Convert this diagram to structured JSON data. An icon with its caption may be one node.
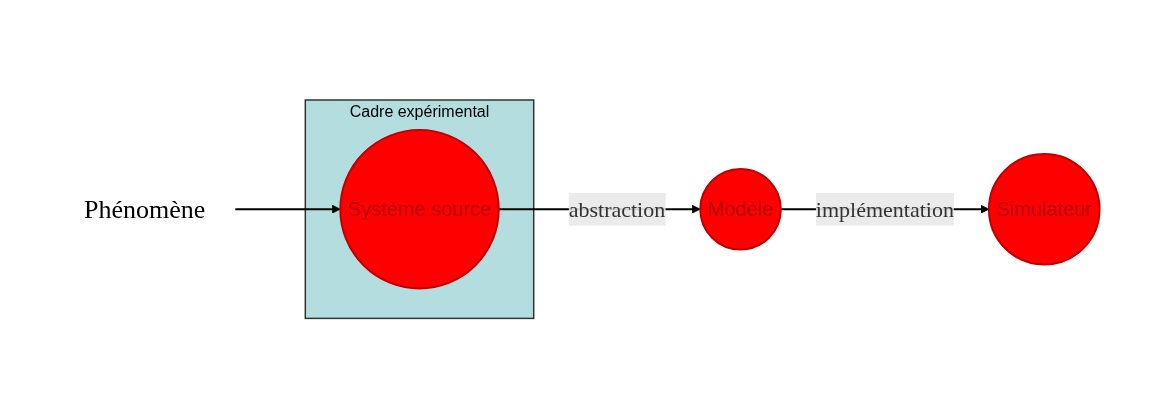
{
  "diagram": {
    "nodes": [
      {
        "text": [
          "Phénomène"
        ]
      },
      {
        "text": [
          "Cadre expérimental"
        ]
      },
      {
        "text": [
          "Système source"
        ],
        "in": 1
      },
      {
        "text": [
          "Modèle"
        ]
      },
      {
        "text": [
          "Simulateur"
        ]
      }
    ],
    "edges": [
      {
        "from": 0,
        "to": 2,
        "arrow": "to"
      },
      {
        "from": 2,
        "to": 3,
        "arrow": "to",
        "label": "abstraction"
      },
      {
        "from": 3,
        "to": 4,
        "arrow": "to",
        "label": "implémentation"
      }
    ]
  }
}
